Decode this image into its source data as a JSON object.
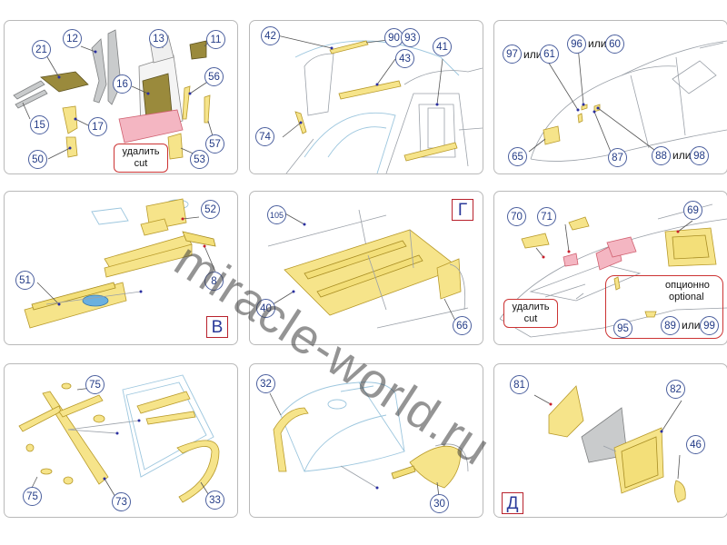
{
  "callouts": {
    "p1": [
      "21",
      "12",
      "13",
      "11",
      "16",
      "56",
      "15",
      "17",
      "57",
      "50",
      "53"
    ],
    "p2": [
      "42",
      "90",
      "93",
      "43",
      "41",
      "74"
    ],
    "p3": [
      "97",
      "61",
      "96",
      "60",
      "65",
      "87",
      "88",
      "98"
    ],
    "p4": [
      "52",
      "51",
      "8"
    ],
    "p5": [
      "105",
      "40",
      "66"
    ],
    "p6": [
      "70",
      "71",
      "69",
      "95",
      "89",
      "99"
    ],
    "p7": [
      "75",
      "75",
      "73",
      "33"
    ],
    "p8": [
      "32",
      "30"
    ],
    "p9": [
      "81",
      "82",
      "46"
    ]
  },
  "words": {
    "ili": "или"
  },
  "notes": {
    "cut_ru": "удалить",
    "cut_en": "cut",
    "optional_ru": "опционно",
    "optional_en": "optional"
  },
  "letters": {
    "v": "В",
    "g": "Г",
    "d": "Д"
  },
  "watermark": "miracle-world.ru",
  "colors": {
    "etched_brass": "#f6e48a",
    "callout_border": "#4b5f9e",
    "cut_area": "#f4b6c2",
    "note_border": "#cc3333"
  }
}
